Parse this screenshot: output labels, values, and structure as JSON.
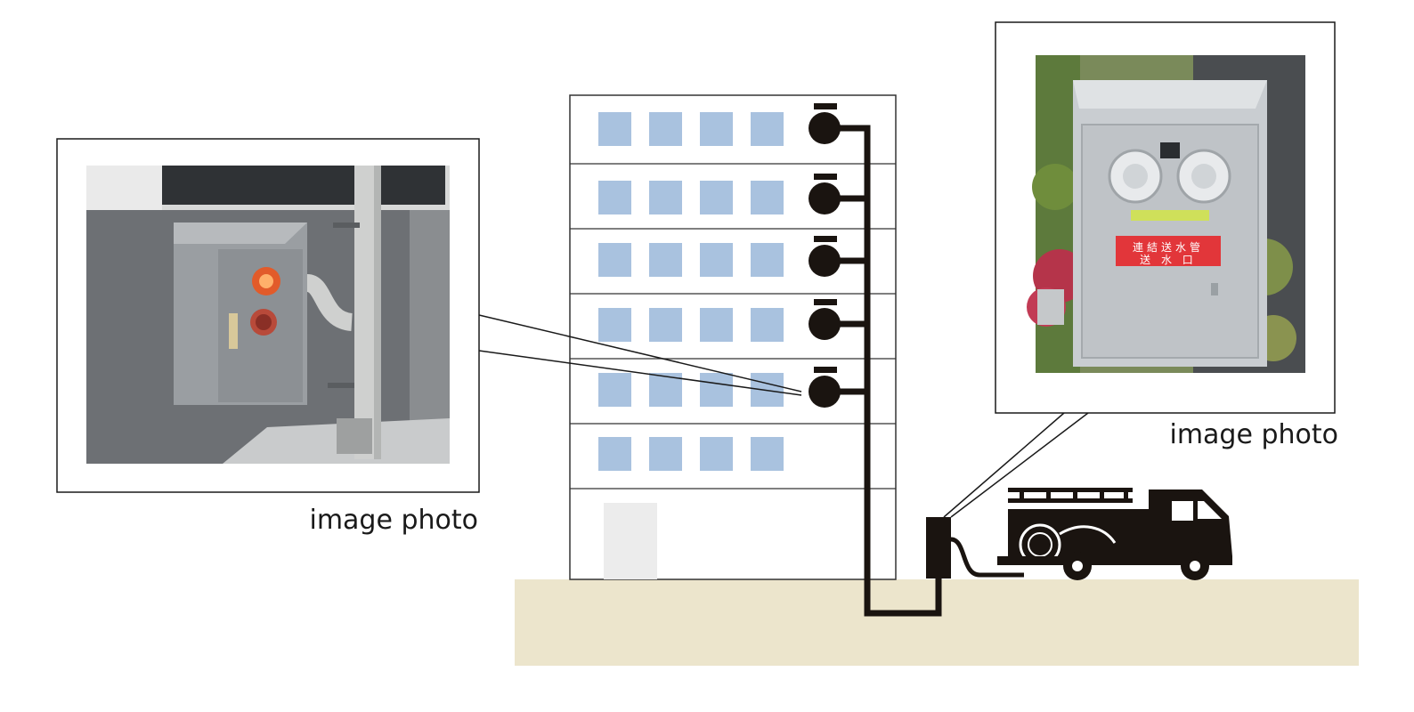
{
  "left_inset": {
    "caption": "image photo"
  },
  "right_inset": {
    "caption": "image photo",
    "sign_line1": "連結送水管",
    "sign_line2": "送 水 口"
  },
  "colors": {
    "window": "#a9c2df",
    "ground": "#ece5cc",
    "pipe": "#1a1410",
    "entrance": "#ececec",
    "sign_red": "#e2363a",
    "box_steel": "#c9cdd1",
    "wall_gray": "#6d7074",
    "cabinet_gray": "#9a9ea2"
  }
}
